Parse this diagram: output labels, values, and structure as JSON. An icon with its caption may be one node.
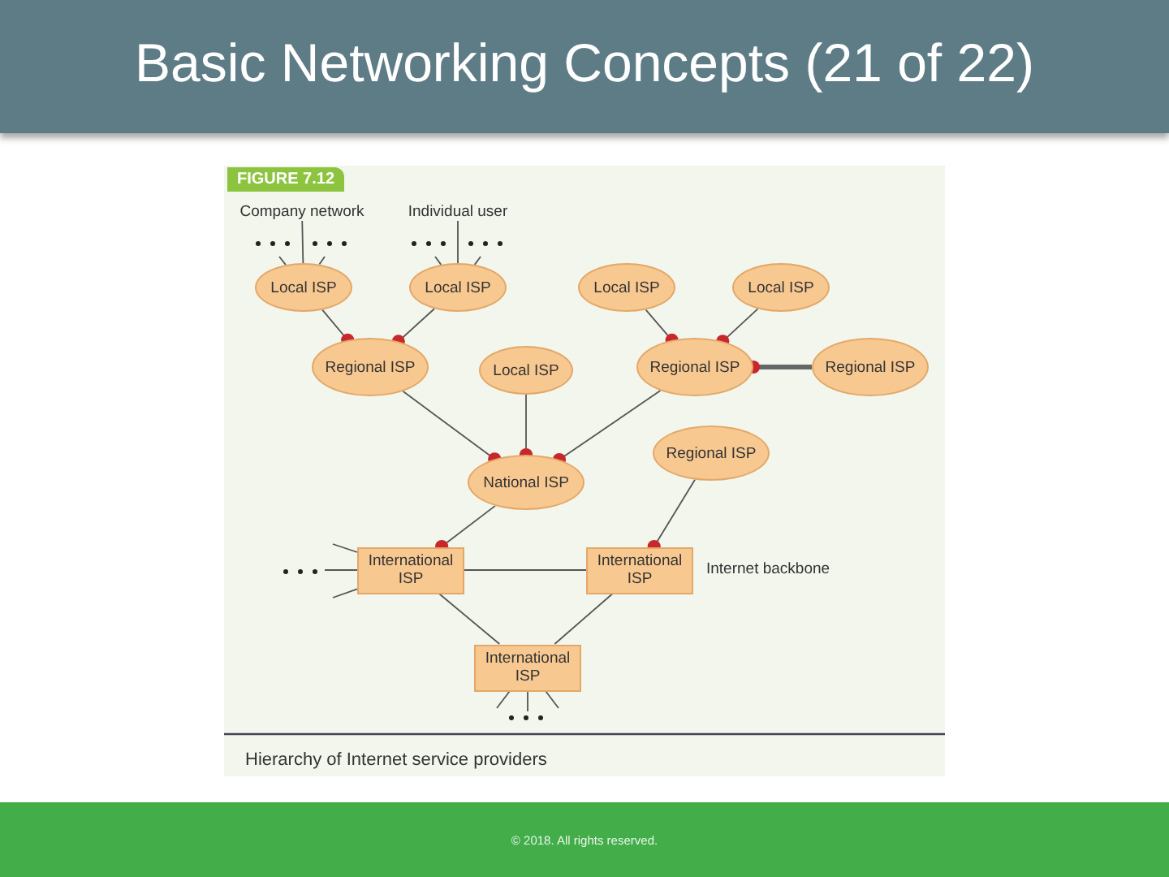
{
  "diagram": {
    "title": "Basic Networking Concepts (21 of 22)",
    "caption": "Hierarchy of Internet service providers",
    "nodes": [
      {
        "text": [
          "Company network"
        ]
      },
      {
        "text": [
          "Individual user"
        ]
      },
      {
        "text": [
          "Local ISP"
        ]
      },
      {
        "text": [
          "Local ISP"
        ]
      },
      {
        "text": [
          "Local ISP"
        ]
      },
      {
        "text": [
          "Local ISP"
        ]
      },
      {
        "text": [
          "Regional ISP"
        ]
      },
      {
        "text": [
          "Local ISP"
        ]
      },
      {
        "text": [
          "Regional ISP"
        ]
      },
      {
        "text": [
          "Regional ISP"
        ]
      },
      {
        "text": [
          "Regional ISP"
        ]
      },
      {
        "text": [
          "National ISP"
        ]
      },
      {
        "text": [
          "International ISP"
        ]
      },
      {
        "text": [
          "International ISP"
        ],
        "beside": [
          "Internet backbone"
        ]
      },
      {
        "text": [
          "International ISP"
        ]
      }
    ],
    "edges": [
      {
        "from": 2,
        "to": 0,
        "arrow": "none"
      },
      {
        "from": null,
        "to": 2,
        "arrow": "none"
      },
      {
        "from": null,
        "to": 2,
        "arrow": "none"
      },
      {
        "from": 3,
        "to": 1,
        "arrow": "none"
      },
      {
        "from": null,
        "to": 3,
        "arrow": "none"
      },
      {
        "from": null,
        "to": 3,
        "arrow": "none"
      },
      {
        "from": 2,
        "to": 6,
        "arrow": "other"
      },
      {
        "from": 3,
        "to": 6,
        "arrow": "other"
      },
      {
        "from": 4,
        "to": 8,
        "arrow": "other"
      },
      {
        "from": 5,
        "to": 8,
        "arrow": "other"
      },
      {
        "from": 9,
        "to": 8,
        "arrow": "other",
        "style": "thick"
      },
      {
        "from": 6,
        "to": 11,
        "arrow": "other"
      },
      {
        "from": 7,
        "to": 11,
        "arrow": "other"
      },
      {
        "from": 8,
        "to": 11,
        "arrow": "other"
      },
      {
        "from": 11,
        "to": 12,
        "arrow": "other"
      },
      {
        "from": 10,
        "to": 13,
        "arrow": "other"
      },
      {
        "from": 12,
        "to": 13,
        "arrow": "none"
      },
      {
        "from": 12,
        "to": 14,
        "arrow": "none"
      },
      {
        "from": 13,
        "to": 14,
        "arrow": "none"
      },
      {
        "from": null,
        "to": 12,
        "arrow": "none"
      },
      {
        "from": null,
        "to": 12,
        "arrow": "none"
      },
      {
        "from": null,
        "to": 12,
        "arrow": "none"
      },
      {
        "from": 14,
        "to": null,
        "arrow": "none"
      },
      {
        "from": 14,
        "to": null,
        "arrow": "none"
      },
      {
        "from": 14,
        "to": null,
        "arrow": "none"
      }
    ],
    "labels": [
      "FIGURE 7.12",
      "© 2018. All rights reserved."
    ]
  }
}
